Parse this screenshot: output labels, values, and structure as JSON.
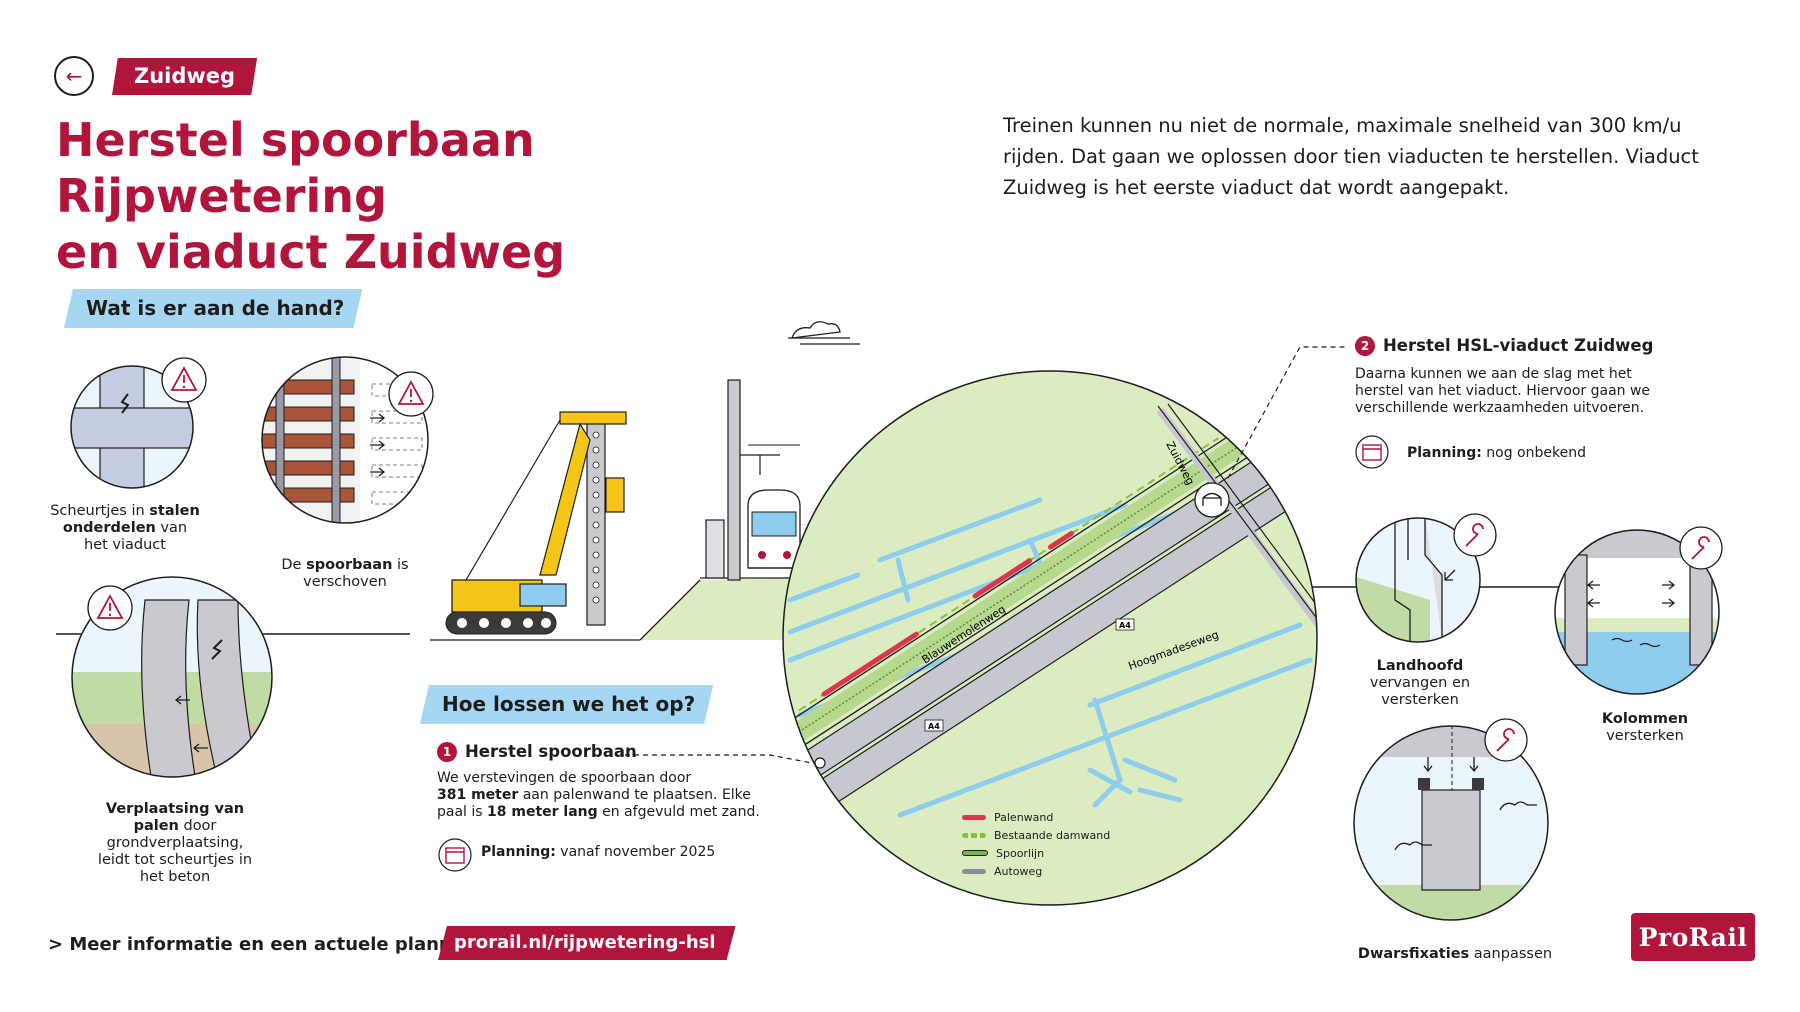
{
  "header": {
    "back_label": "←",
    "tag": "Zuidweg",
    "title_line1": "Herstel spoorbaan Rijpwetering",
    "title_line2": "en viaduct Zuidweg",
    "intro": "Treinen kunnen nu niet de normale, maximale snelheid van 300 km/u rijden. Dat gaan we oplossen door tien viaducten te herstellen. Viaduct Zuidweg is het eerste viaduct dat wordt aangepakt."
  },
  "problem": {
    "heading": "Wat is er aan de hand?",
    "items": [
      {
        "pre": "Scheurtjes in ",
        "bold": "stalen onderdelen",
        "post": " van het viaduct"
      },
      {
        "pre": "De ",
        "bold": "spoorbaan",
        "post": " is verschoven"
      },
      {
        "pre": "",
        "bold": "Verplaatsing van palen",
        "post": " door grondverplaatsing, leidt tot scheurtjes in het beton"
      }
    ]
  },
  "solution": {
    "heading": "Hoe lossen we het op?",
    "step1": {
      "num": "1",
      "title": "Herstel spoorbaan",
      "t1": "We verstevingen de spoorbaan door",
      "t2b": "381 meter",
      "t2": " aan palenwand te plaatsen. Elke",
      "t3a": "paal is ",
      "t3b": "18 meter lang",
      "t3c": " en afgevuld met zand.",
      "planning_label": "Planning:",
      "planning_value": " vanaf november 2025"
    },
    "step2": {
      "num": "2",
      "title": "Herstel HSL-viaduct Zuidweg",
      "t1": "Daarna kunnen we aan de slag met het",
      "t2": "herstel van het viaduct. Hiervoor gaan we",
      "t3": "verschillende werkzaamheden uitvoeren.",
      "planning_label": "Planning:",
      "planning_value": " nog onbekend"
    },
    "works": [
      {
        "bold": "Landhoofd",
        "post": " vervangen en versterken"
      },
      {
        "bold": "Kolommen",
        "post": " versterken"
      },
      {
        "bold": "Dwarsfixaties",
        "post": " aanpassen"
      }
    ]
  },
  "map": {
    "roads": [
      "Zuidweg",
      "Blauwemolenweg",
      "Hoogmadeseweg",
      "A4",
      "A4"
    ],
    "legend": [
      {
        "label": "Palenwand",
        "color": "#e0344b"
      },
      {
        "label": "Bestaande damwand",
        "color": "#8cbf3f"
      },
      {
        "label": "Spoorlijn",
        "color": "#7fb24a"
      },
      {
        "label": "Autoweg",
        "color": "#8c8c9a"
      }
    ]
  },
  "footer": {
    "more_info": "> Meer informatie en een actuele planning:",
    "link": "prorail.nl/rijpwetering-hsl",
    "logo": "ProRail"
  },
  "colors": {
    "brand": "#b1153c",
    "label_blue": "#a7d6f3",
    "grass": "#daecc0",
    "water": "#8fcdee"
  }
}
